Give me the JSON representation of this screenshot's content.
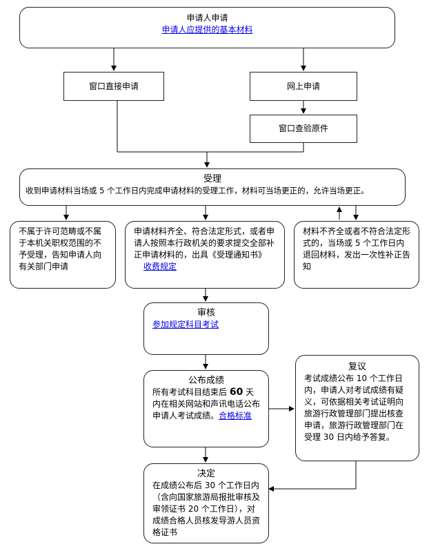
{
  "apply": {
    "title": "申请人申请",
    "link": "申请人应提供的基本材料"
  },
  "window_apply": "窗口直接申请",
  "online_apply": "网上申请",
  "window_verify": "窗口查验原件",
  "accept": {
    "title": "受理",
    "text": "收到申请材料当场或 5 个工作日内完成申请材料的受理工作，材料可当场更正的，允许当场更正。"
  },
  "reject_box": "不属于许可范畴或不属于本机关职权范围的不予受理，告知申请人向有关部门申请",
  "accept_box": {
    "text": "申请材料齐全、符合法定形式，或者申请人按照本行政机关的要求提交全部补正申请材料的，出具《受理通知书》",
    "link": "收费规定"
  },
  "incomplete_box": "材料不齐全或者不符合法定形式的，当场或 5 个工作日内退回材料，发出一次性补正告知",
  "review": {
    "title": "审核",
    "link": "参加规定科目考试"
  },
  "publish": {
    "title": "公布成绩",
    "text_pre": "所有考试科目结束后 ",
    "days": "60",
    "text_post": " 天内在相关网站和声讯电话公布申请人考试成绩。",
    "link": "合格标准"
  },
  "reconsider": {
    "title": "复议",
    "text": "考试成绩公布 10 个工作日内，申请人对考试成绩有疑义，可依据相关考试证明向旅游行政管理部门提出核查申请，旅游行政管理部门在受理 30 日内给予答复。"
  },
  "decision": {
    "title": "决定",
    "text": "在成绩公布后 30 个工作日内（含向国家旅游局报批审核及审领证书 20 个工作日），对成绩合格人员核发导游人员资格证书"
  }
}
